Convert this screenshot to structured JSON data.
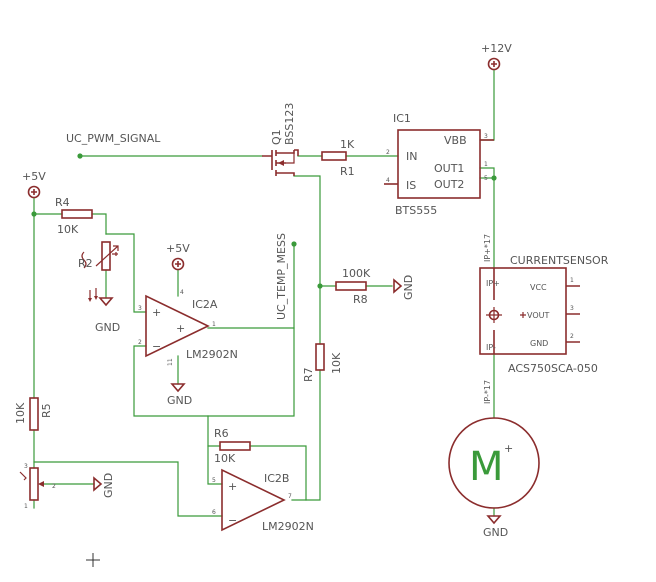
{
  "nets": {
    "uc_pwm": "UC_PWM_SIGNAL",
    "uc_temp": "UC_TEMP_MESS",
    "ip_plus": "IP+*17",
    "ip_minus": "IP-*17"
  },
  "supplies": {
    "p5v_left": "+5V",
    "p5v_opamp": "+5V",
    "p12v": "+12V",
    "gnd": "GND"
  },
  "ic1": {
    "name": "IC1",
    "value": "BTS555",
    "pins": {
      "in": "IN",
      "is": "IS",
      "vbb": "VBB",
      "out1": "OUT1",
      "out2": "OUT2"
    },
    "pin_numbers": {
      "in": "2",
      "is": "4",
      "vbb": "3",
      "out1": "1",
      "out2": "5"
    }
  },
  "q1": {
    "name": "Q1",
    "value": "BSS123"
  },
  "resistors": {
    "r1": {
      "name": "R1",
      "value": "1K"
    },
    "r4": {
      "name": "R4",
      "value": "10K"
    },
    "r5": {
      "name": "R5",
      "value": "10K"
    },
    "r6": {
      "name": "R6",
      "value": "10K"
    },
    "r7": {
      "name": "R7",
      "value": "10K"
    },
    "r8": {
      "name": "R8",
      "value": "100K"
    }
  },
  "r2": {
    "name": "R2"
  },
  "trimmer": {
    "pins": {
      "1": "1",
      "2": "2",
      "3": "3"
    }
  },
  "ic2a": {
    "name": "IC2A",
    "value": "LM2902N",
    "pins": {
      "inp": "3",
      "inn": "2",
      "out": "1",
      "vcc": "4",
      "gnd": "11"
    }
  },
  "ic2b": {
    "name": "IC2B",
    "value": "LM2902N",
    "pins": {
      "inp": "5",
      "inn": "6",
      "out": "7"
    }
  },
  "currentsensor": {
    "name": "CURRENTSENSOR",
    "value": "ACS750SCA-050",
    "pins": {
      "ip_plus": "IP+",
      "ip_minus": "IP-",
      "vcc": "VCC",
      "vout": "VOUT",
      "gnd": "GND"
    },
    "pin_numbers": {
      "vcc": "1",
      "vout": "3",
      "gnd": "2"
    }
  },
  "motor": {
    "label": "M",
    "polarity": "+"
  }
}
